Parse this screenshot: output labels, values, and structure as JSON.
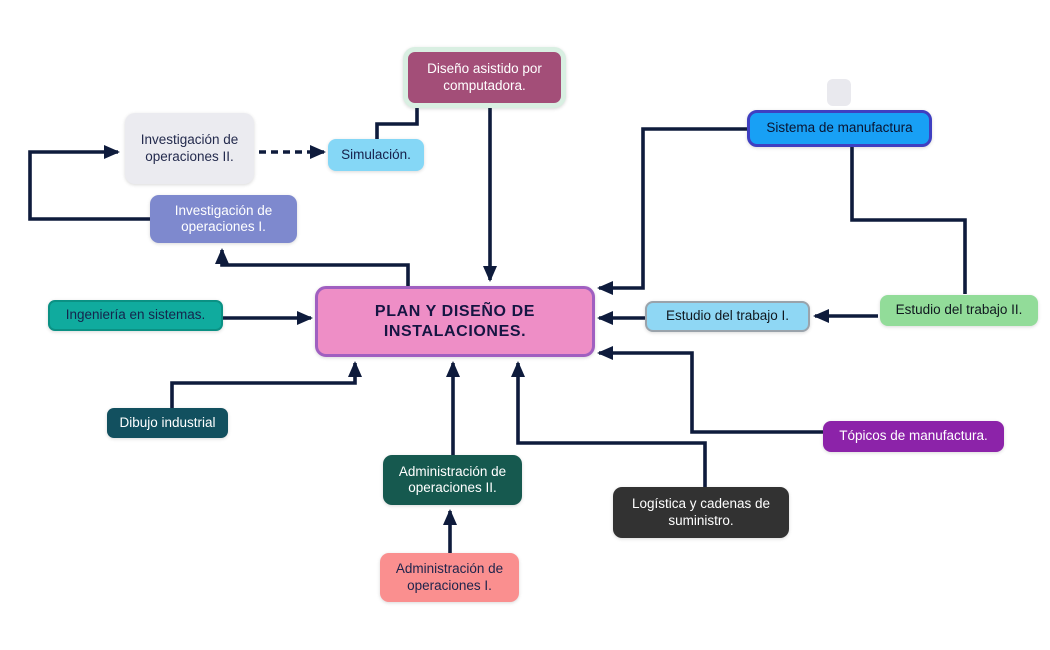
{
  "canvas": {
    "background": "#ffffff",
    "arrow_color": "#0e1b3c"
  },
  "nodes": {
    "cad": {
      "label": "Diseño asistido por computadora.",
      "bg": "#a34e78",
      "border_color": "#d9efe2",
      "text_color": "#ffffff"
    },
    "invop2": {
      "label": "Investigación de operaciones II.",
      "bg": "#ebebf0",
      "border_color": "transparent",
      "text_color": "#232a4d"
    },
    "sim": {
      "label": "Simulación.",
      "bg": "#85d7f6",
      "border_color": "transparent",
      "text_color": "#16204a"
    },
    "graybox": {
      "label": "",
      "bg": "#e9e9ee",
      "border_color": "transparent",
      "text_color": "#000000"
    },
    "sistema": {
      "label": "Sistema de manufactura",
      "bg": "#18a0f5",
      "border_color": "#3f3fc1",
      "text_color": "#0a1430"
    },
    "invop1": {
      "label": "Investigación de operaciones I.",
      "bg": "#7e89ce",
      "border_color": "transparent",
      "text_color": "#ffffff"
    },
    "ingenieria": {
      "label": "Ingeniería en sistemas.",
      "bg": "#10ab9e",
      "border_color": "#0b9184",
      "text_color": "#15254d"
    },
    "central": {
      "label": "PLAN Y DISEÑO DE INSTALACIONES.",
      "bg": "#ee8ec6",
      "border_color": "#a05fc0",
      "text_color": "#151542"
    },
    "estudio1": {
      "label": "Estudio del trabajo I.",
      "bg": "#8fd7f4",
      "border_color": "#9aa3ab",
      "text_color": "#10181f"
    },
    "estudio2": {
      "label": "Estudio del trabajo II.",
      "bg": "#92dc99",
      "border_color": "transparent",
      "text_color": "#10181f"
    },
    "dibujo": {
      "label": "Dibujo industrial",
      "bg": "#12505f",
      "border_color": "transparent",
      "text_color": "#ffffff"
    },
    "topicos": {
      "label": "Tópicos de manufactura.",
      "bg": "#8c23a9",
      "border_color": "transparent",
      "text_color": "#ffffff"
    },
    "admii": {
      "label": "Administración de operaciones II.",
      "bg": "#16594f",
      "border_color": "transparent",
      "text_color": "#ffffff"
    },
    "logistica": {
      "label": "Logística y cadenas de suministro.",
      "bg": "#323232",
      "border_color": "transparent",
      "text_color": "#ffffff"
    },
    "admi": {
      "label": "Administración de operaciones I.",
      "bg": "#fa8f8f",
      "border_color": "transparent",
      "text_color": "#20254c"
    }
  },
  "edges": [
    {
      "from": "invop1",
      "to": "invop2",
      "style": "solid-arrow"
    },
    {
      "from": "invop2",
      "to": "sim",
      "style": "dashed-arrow"
    },
    {
      "from": "cad",
      "to": "sim",
      "style": "line"
    },
    {
      "from": "cad",
      "to": "central",
      "style": "solid-arrow"
    },
    {
      "from": "central",
      "to": "invop1",
      "style": "solid-arrow"
    },
    {
      "from": "ingenieria",
      "to": "central",
      "style": "solid-arrow"
    },
    {
      "from": "sistema",
      "to": "central",
      "style": "solid-arrow"
    },
    {
      "from": "sistema",
      "to": "estudio2",
      "style": "line"
    },
    {
      "from": "estudio2",
      "to": "estudio1",
      "style": "solid-arrow"
    },
    {
      "from": "estudio1",
      "to": "central",
      "style": "solid-arrow"
    },
    {
      "from": "topicos",
      "to": "central",
      "style": "solid-arrow"
    },
    {
      "from": "dibujo",
      "to": "central",
      "style": "solid-arrow"
    },
    {
      "from": "admii",
      "to": "central",
      "style": "solid-arrow"
    },
    {
      "from": "logistica",
      "to": "central",
      "style": "solid-arrow"
    },
    {
      "from": "admi",
      "to": "admii",
      "style": "solid-arrow"
    }
  ]
}
